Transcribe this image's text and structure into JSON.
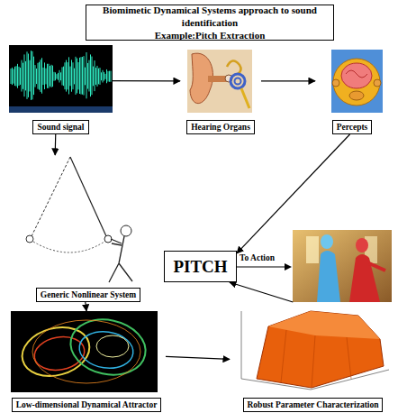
{
  "diagram": {
    "title": "Biomimetic Dynamical Systems approach to sound identification",
    "nodes": [
      {
        "text": [
          "Sound signal"
        ]
      },
      {
        "text": [
          "Hearing Organs"
        ]
      },
      {
        "text": [
          "Percepts"
        ]
      },
      {
        "text": [
          "PITCH"
        ]
      },
      {
        "text": [
          "Generic Nonlinear System"
        ]
      },
      {
        "text": [
          "Low-dimensional Dynamical Attractor"
        ]
      },
      {
        "text": [
          "Robust Parameter Characterization"
        ]
      }
    ],
    "edges": [
      {
        "from": 0,
        "to": 1,
        "arrow": "to"
      },
      {
        "from": 1,
        "to": 2,
        "arrow": "to"
      },
      {
        "from": 2,
        "to": 3,
        "arrow": "to"
      },
      {
        "from": 0,
        "to": 4,
        "arrow": "to"
      },
      {
        "from": 4,
        "to": 5,
        "arrow": "to"
      },
      {
        "from": 5,
        "to": 6,
        "arrow": "to"
      },
      {
        "from": 6,
        "to": 3,
        "arrow": "to"
      }
    ],
    "labels": [
      "Example:Pitch Extraction",
      "To Action"
    ]
  }
}
